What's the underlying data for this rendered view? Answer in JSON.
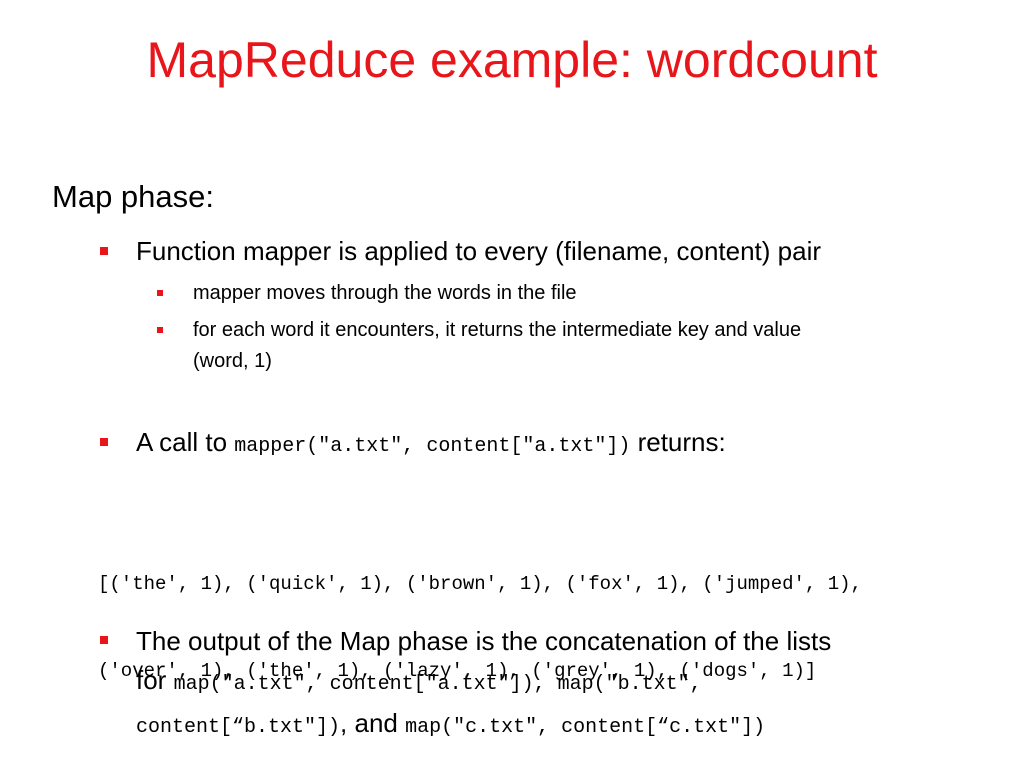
{
  "title": "MapReduce example: wordcount",
  "section": {
    "heading": "Map phase:"
  },
  "bullets": {
    "mapper_applied": "Function mapper is applied to every (filename, content) pair",
    "sub_moves": "mapper moves through the words in the file",
    "sub_returns_line1": "for each word it encounters, it returns the intermediate key and value",
    "sub_returns_line2": "(word, 1)",
    "call_prefix": "A call to ",
    "call_code": "mapper(\"a.txt\", content[\"a.txt\"])",
    "call_suffix": " returns:",
    "output_line1": "The output of the Map phase is the concatenation of the lists",
    "output_for": "for ",
    "output_code1": "map(\"a.txt\", content[\"a.txt\"]), map(\"b.txt\",",
    "output_code2": "content[“b.txt\"])",
    "output_and": ", and ",
    "output_code3": "map(\"c.txt\", content[“c.txt\"])"
  },
  "code_block": {
    "line1": "[('the', 1), ('quick', 1), ('brown', 1), ('fox', 1), ('jumped', 1),",
    "line2": "('over', 1), ('the', 1), ('lazy', 1), ('grey', 1), ('dogs', 1)]"
  },
  "colors": {
    "accent": "#e8161b",
    "text": "#000000",
    "background": "#ffffff"
  }
}
